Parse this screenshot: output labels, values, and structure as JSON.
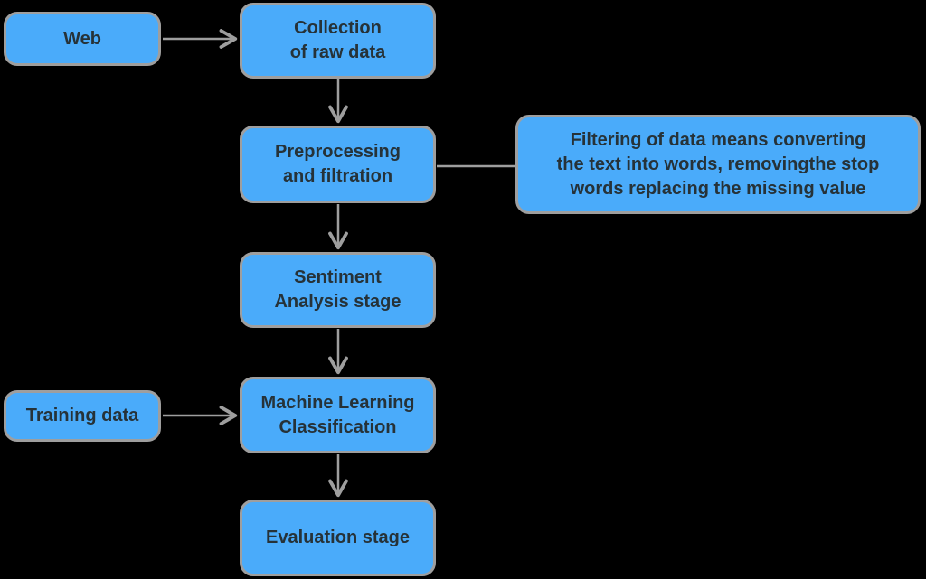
{
  "colors": {
    "node_fill": "#4AABFA",
    "node_border": "#9E9E9E",
    "arrow": "#9E9E9E",
    "text": "#263238",
    "background": "#000000"
  },
  "nodes": {
    "web": {
      "label": "Web"
    },
    "collection": {
      "label": "Collection\nof raw data"
    },
    "preprocessing": {
      "label": "Preprocessing\nand filtration"
    },
    "filtering_note": {
      "label": "Filtering of data means converting\nthe text into words, removingthe stop\nwords replacing the missing value"
    },
    "sentiment": {
      "label": "Sentiment\nAnalysis stage"
    },
    "ml": {
      "label": "Machine Learning\nClassification"
    },
    "training": {
      "label": "Training data"
    },
    "evaluation": {
      "label": "Evaluation stage"
    }
  },
  "edges": [
    {
      "from": "web",
      "to": "collection",
      "arrowhead": true
    },
    {
      "from": "collection",
      "to": "preprocessing",
      "arrowhead": true
    },
    {
      "from": "preprocessing",
      "to": "filtering_note",
      "arrowhead": false
    },
    {
      "from": "preprocessing",
      "to": "sentiment",
      "arrowhead": true
    },
    {
      "from": "sentiment",
      "to": "ml",
      "arrowhead": true
    },
    {
      "from": "training",
      "to": "ml",
      "arrowhead": true
    },
    {
      "from": "ml",
      "to": "evaluation",
      "arrowhead": true
    }
  ]
}
